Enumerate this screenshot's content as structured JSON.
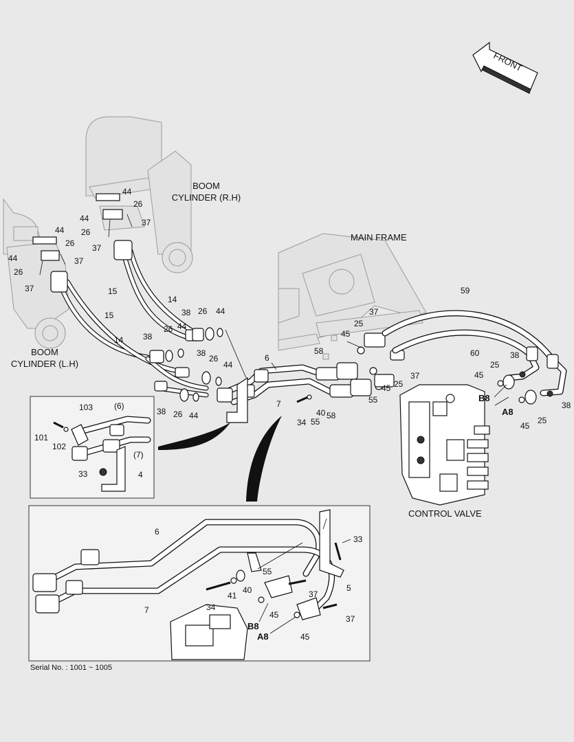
{
  "titles": {
    "boom_rh": [
      "BOOM",
      "CYLINDER (R.H)"
    ],
    "boom_lh": [
      "BOOM",
      "CYLINDER (L.H)"
    ],
    "main_frame": "MAIN FRAME",
    "control_valve": "CONTROL VALVE",
    "front": "FRONT"
  },
  "serial": "Serial No. : 1001 ~ 1005",
  "labels": {
    "l44a": "44",
    "l26a": "26",
    "l44b": "44",
    "l26b": "26",
    "l37a": "37",
    "l37b": "37",
    "l44c": "44",
    "l26c": "26",
    "l44d": "44",
    "l37c": "37",
    "l26d": "26",
    "l37d": "37",
    "l15a": "15",
    "l14a": "14",
    "l15b": "15",
    "l14b": "14",
    "l26e": "26",
    "l44e": "44",
    "l38a": "38",
    "l26f": "26",
    "l44f": "44",
    "l38b": "38",
    "l26g": "26",
    "l44g": "44",
    "l38c": "38",
    "l26h": "26",
    "l44h": "44",
    "l6": "6",
    "l7": "7",
    "l58a": "58",
    "l58b": "58",
    "l55a": "55",
    "l55b": "55",
    "l45a": "45",
    "l45b": "45",
    "l25a": "25",
    "l25b": "25",
    "l37e": "37",
    "l37f": "37",
    "l40": "40",
    "l34": "34",
    "l59": "59",
    "l60": "60",
    "l45c": "45",
    "l25c": "25",
    "l38d": "38",
    "l38e": "38",
    "l45d": "45",
    "l25d": "25",
    "b8": "B8",
    "a8": "A8",
    "d103": "103",
    "d6": "(6)",
    "d101": "101",
    "d102": "102",
    "d7": "(7)",
    "d33": "33",
    "d4": "4",
    "e6": "6",
    "e7": "7",
    "e33": "33",
    "e55": "55",
    "e41": "41",
    "e40": "40",
    "e34": "34",
    "e37a": "37",
    "e5": "5",
    "e45a": "45",
    "e37b": "37",
    "e45b": "45",
    "eb8": "B8",
    "ea8": "A8"
  }
}
